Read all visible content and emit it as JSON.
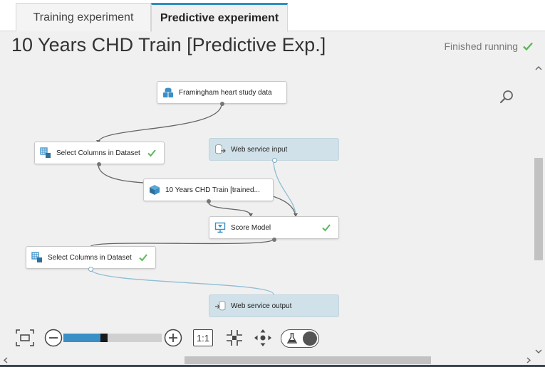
{
  "tabs": [
    {
      "label": "Training experiment",
      "active": false
    },
    {
      "label": "Predictive experiment",
      "active": true
    }
  ],
  "experiment": {
    "title": "10 Years CHD Train [Predictive Exp.]",
    "status": "Finished running",
    "status_icon": "checkmark-icon",
    "status_color": "#5cb85c"
  },
  "modules": {
    "framingham": {
      "label": "Framingham heart study data",
      "icon": "dataset-icon"
    },
    "select_columns_1": {
      "label": "Select Columns in Dataset",
      "icon": "select-columns-icon",
      "completed": true
    },
    "web_service_input": {
      "label": "Web service input",
      "icon": "web-service-input-icon"
    },
    "trained_model": {
      "label": "10 Years CHD Train [trained...",
      "icon": "trained-model-icon"
    },
    "score_model": {
      "label": "Score Model",
      "icon": "score-model-icon",
      "completed": true
    },
    "select_columns_2": {
      "label": "Select Columns in Dataset",
      "icon": "select-columns-icon",
      "completed": true
    },
    "web_service_output": {
      "label": "Web service output",
      "icon": "web-service-output-icon"
    }
  },
  "toolbar": {
    "zoom_actual_size": "1:1",
    "zoom_level": 0.45
  },
  "colors": {
    "accent": "#2f8fbf",
    "web_service_node": "#d0e1e9",
    "web_service_edge": "#8fbdd3",
    "data_edge": "#666666",
    "check": "#5cb85c"
  }
}
